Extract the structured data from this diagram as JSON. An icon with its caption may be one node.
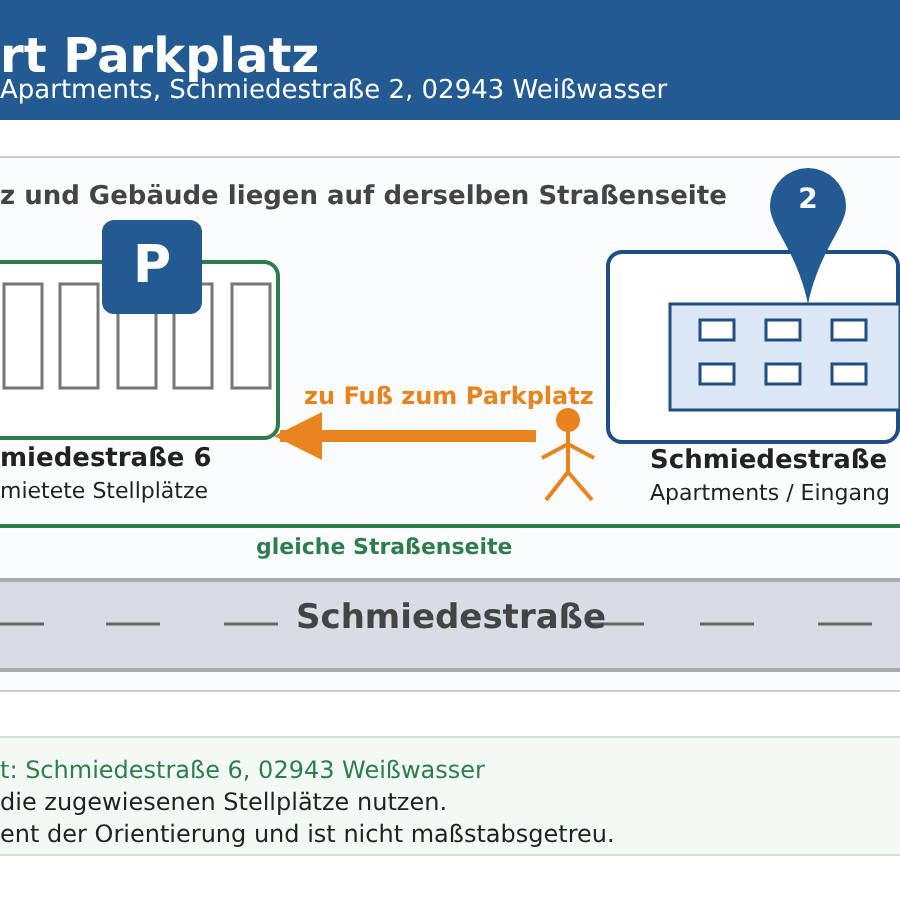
{
  "diagram": {
    "title": "rt Parkplatz",
    "nodes": [
      {
        "text": [
          "miedestraße 6",
          "mietete Stellplätze"
        ]
      },
      {
        "text": [
          "P"
        ]
      },
      {
        "text": [
          "Schmiedestraße",
          "Apartments / Eingang"
        ]
      },
      {
        "text": [
          "2"
        ]
      },
      {
        "text": [],
        "shape": "person"
      },
      {
        "text": [
          "Schmiedestraße"
        ]
      },
      {
        "text": [
          "t: Schmiedestraße 6, 02943 Weißwasser",
          "die zugewiesenen Stellplätze nutzen.",
          "ent der Orientierung und ist nicht maßstabsgetreu."
        ]
      }
    ],
    "edges": [
      {
        "from": 4,
        "to": 0,
        "arrow": "to",
        "label": "zu Fuß zum Parkplatz",
        "color": "#e8831e"
      }
    ],
    "labels": [
      "Apartments, Schmiedestraße 2, 02943 Weißwasser",
      "z und Gebäude liegen auf derselben Straßenseite",
      "gleiche Straßenseite"
    ]
  }
}
